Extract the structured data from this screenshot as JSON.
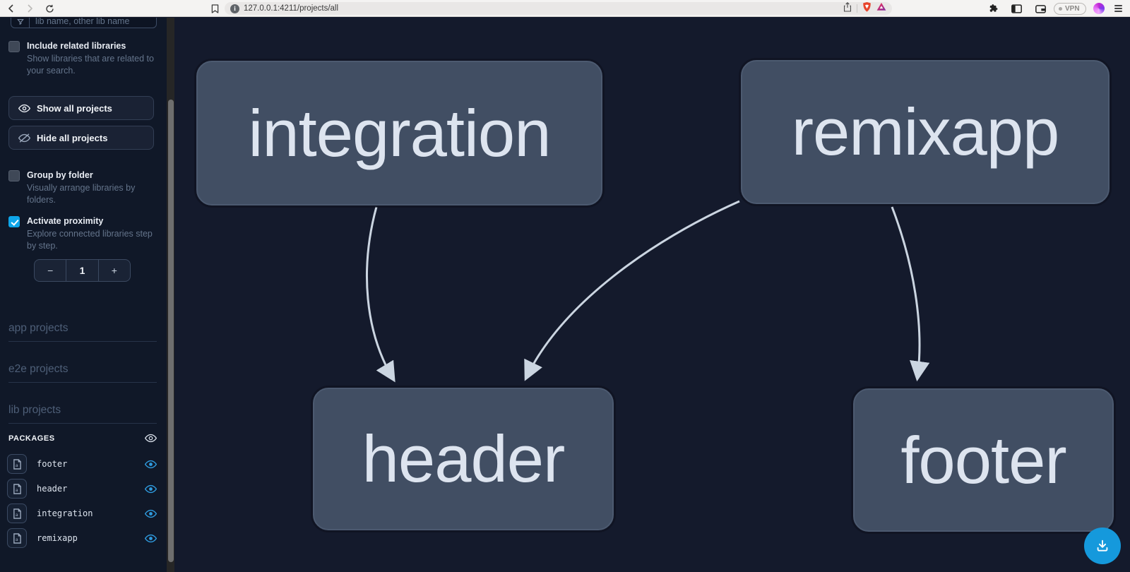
{
  "browser": {
    "url": "127.0.0.1:4211/projects/all",
    "vpn_label": "VPN"
  },
  "sidebar": {
    "search": {
      "placeholder": "lib name, other lib name"
    },
    "include_related": {
      "label": "Include related libraries",
      "description": "Show libraries that are related to your search.",
      "checked": false
    },
    "show_all_label": "Show all projects",
    "hide_all_label": "Hide all projects",
    "group_by_folder": {
      "label": "Group by folder",
      "description": "Visually arrange libraries by folders.",
      "checked": false
    },
    "activate_proximity": {
      "label": "Activate proximity",
      "description": "Explore connected libraries step by step.",
      "checked": true
    },
    "proximity_counter": {
      "decrement_label": "−",
      "value": "1",
      "increment_label": "+"
    },
    "sections": [
      {
        "label": "app projects"
      },
      {
        "label": "e2e projects"
      },
      {
        "label": "lib projects"
      }
    ],
    "packages": {
      "title": "PACKAGES",
      "items": [
        {
          "name": "footer"
        },
        {
          "name": "header"
        },
        {
          "name": "integration"
        },
        {
          "name": "remixapp"
        }
      ]
    }
  },
  "graph": {
    "nodes": [
      {
        "label": "integration"
      },
      {
        "label": "remixapp"
      },
      {
        "label": "header"
      },
      {
        "label": "footer"
      }
    ],
    "edges": [
      {
        "from": "integration",
        "to": "header"
      },
      {
        "from": "remixapp",
        "to": "header"
      },
      {
        "from": "remixapp",
        "to": "footer"
      }
    ]
  },
  "colors": {
    "accent_blue": "#0ea5e9",
    "node_fill": "#414e63",
    "edge": "#cbd5e1",
    "canvas_bg": "#141a2c",
    "sidebar_bg": "#101828"
  }
}
